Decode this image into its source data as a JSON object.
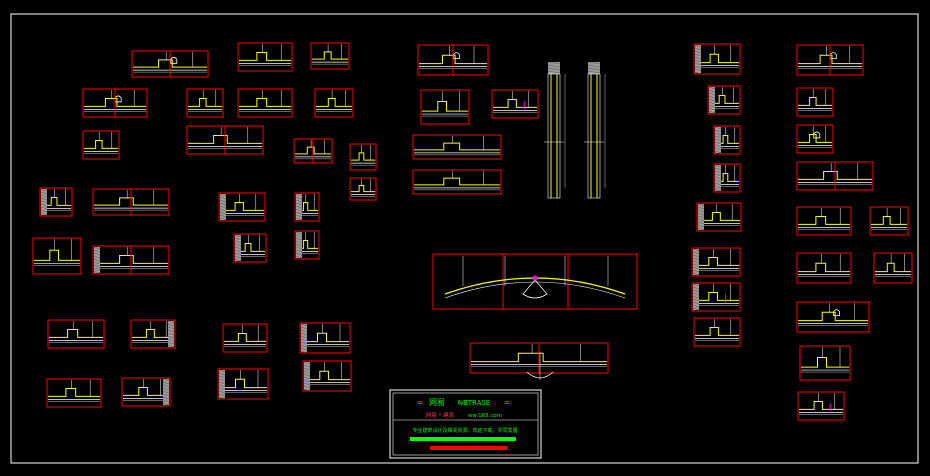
{
  "colors": {
    "background": "#000000",
    "frame": "#ffffff",
    "detail_border": "#ff0000",
    "profile": "#ffff00",
    "line": "#ffffff",
    "hatch": "#9a9a9a",
    "accent": "#ff00ff",
    "title_text": "#00ff00",
    "red_text": "#ff3355",
    "green_bar": "#00ff00",
    "red_bar": "#ff0000"
  },
  "title_block": {
    "title_cn": "网易",
    "title_en": "NBTRASE",
    "decor_left": "=",
    "decor_right": "=",
    "site_label": "网易 * 建筑",
    "site_url": "ww.163.com",
    "slogan": "专业建筑设计及相关资源，欢迎下载，共同发展"
  },
  "icons": {
    "fixture": "ceiling-fixture-icon",
    "hatch": "wall-hatch-icon"
  }
}
